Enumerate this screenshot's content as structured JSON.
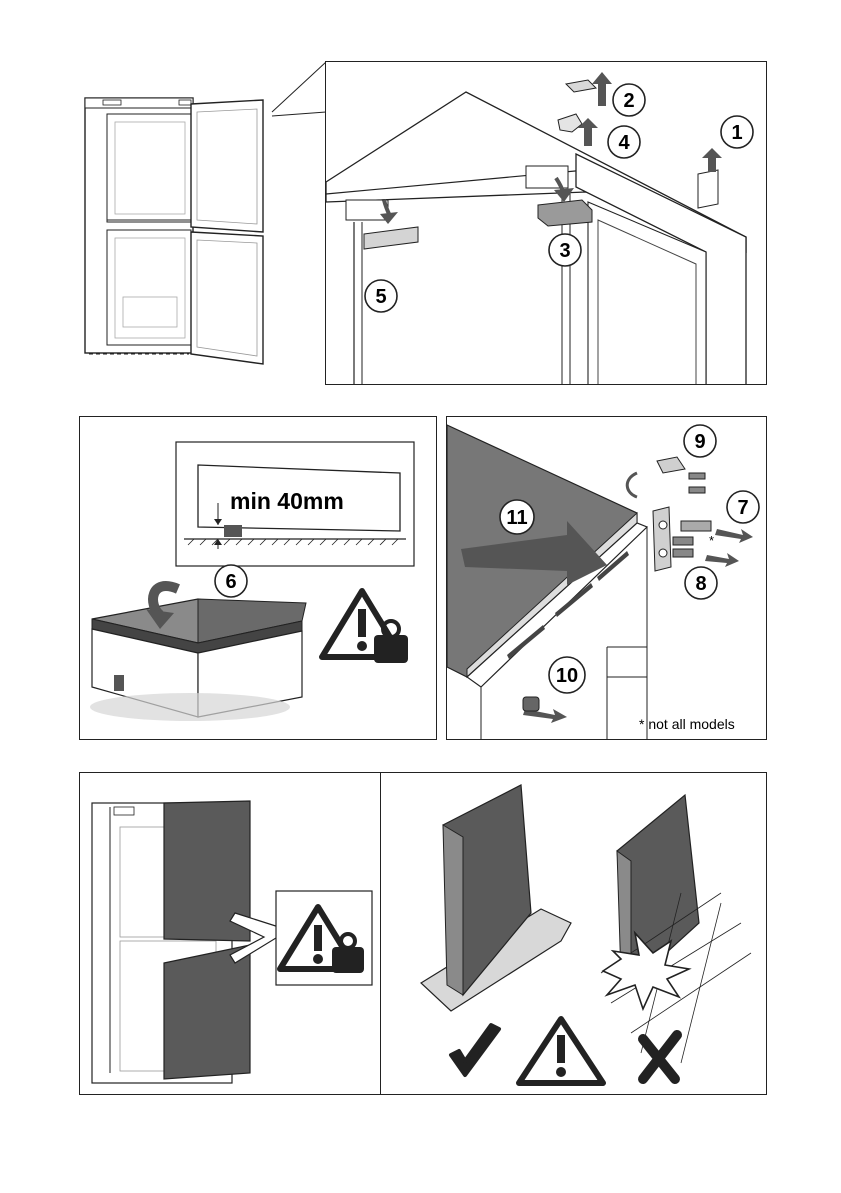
{
  "steps": {
    "s1": "1",
    "s2": "2",
    "s3": "3",
    "s4": "4",
    "s5": "5",
    "s6": "6",
    "s7": "7",
    "s8": "8",
    "s9": "9",
    "s10": "10",
    "s11": "11"
  },
  "labels": {
    "min_clearance": "min 40mm",
    "not_all_models": "* not all models",
    "asterisk": "*"
  },
  "icons": {
    "warning": "warning-triangle-icon",
    "heavy_weight": "weight-icon",
    "correct": "check-mark-icon",
    "incorrect": "cross-mark-icon"
  },
  "colors": {
    "line": "#222222",
    "door_panel": "#555555",
    "arrow": "#555555",
    "light_gray": "#cfcfcf"
  }
}
